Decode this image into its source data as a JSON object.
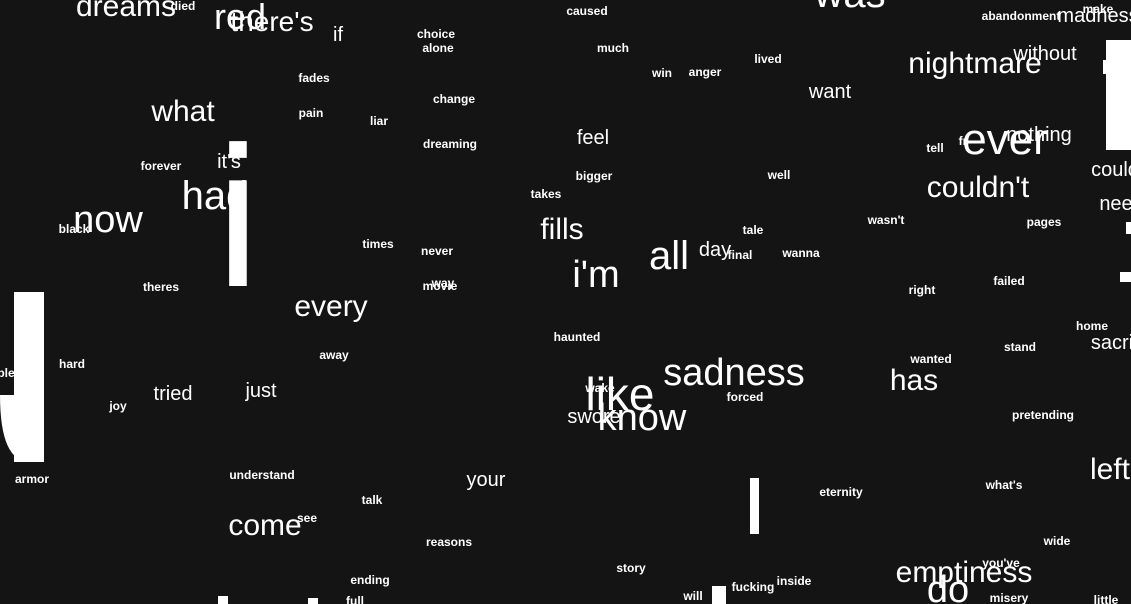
{
  "background": "#141414",
  "text_color": "#ffffff",
  "words": [
    "dreams",
    "died",
    "red",
    "there's",
    "if",
    "choice",
    "alone",
    "caused",
    "much",
    "was",
    "abandonment",
    "make",
    "madness",
    "without",
    "nightmare",
    "lived",
    "win",
    "anger",
    "want",
    "fades",
    "pain",
    "liar",
    "change",
    "what",
    "i",
    "dreaming",
    "feel",
    "forever",
    "it's",
    "ever",
    "nothing",
    "tell",
    "fr",
    "could",
    "bigger",
    "well",
    "takes",
    "couldn't",
    "had",
    "now",
    "black",
    "fills",
    "tale",
    "wasn't",
    "pages",
    "nee",
    "times",
    "never",
    "all",
    "day",
    "final",
    "wanna",
    "i'm",
    "theres",
    "way",
    "movie",
    "every",
    "failed",
    "right",
    "haunted",
    "home",
    "stand",
    "sacri",
    "away",
    "sadness",
    "wanted",
    "has",
    "hard",
    "ple",
    "joy",
    "tried",
    "just",
    "like",
    "wake",
    "forced",
    "swore",
    "know",
    "pretending",
    "armor",
    "understand",
    "your",
    "left",
    "eternity",
    "what's",
    "talk",
    "see",
    "come",
    "reasons",
    "wide",
    "story",
    "you've",
    "emptiness",
    "ending",
    "full",
    "will",
    "fucking",
    "inside",
    "do",
    "misery",
    "little"
  ]
}
